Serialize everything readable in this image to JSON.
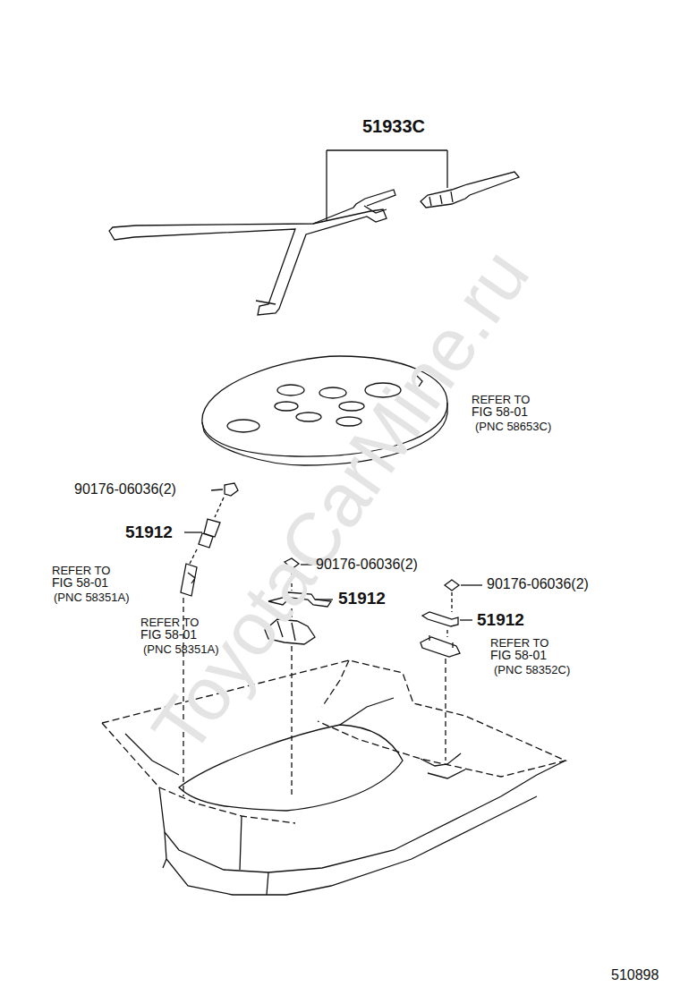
{
  "diagram": {
    "labels": [
      "51933C",
      "REFER TO",
      "FIG 58-01",
      "(PNC 58653C)",
      "90176-06036(2)",
      "51912",
      "REFER TO",
      "FIG 58-01",
      "(PNC 58351A)",
      "REFER TO",
      "FIG 58-01",
      "(PNC 58351A)",
      "90176-06036(2)",
      "51912",
      "90176-06036(2)",
      "51912",
      "REFER TO",
      "FIG 58-01",
      "(PNC 58352C)",
      "ToyotaCarMine.ru",
      "510898"
    ]
  }
}
